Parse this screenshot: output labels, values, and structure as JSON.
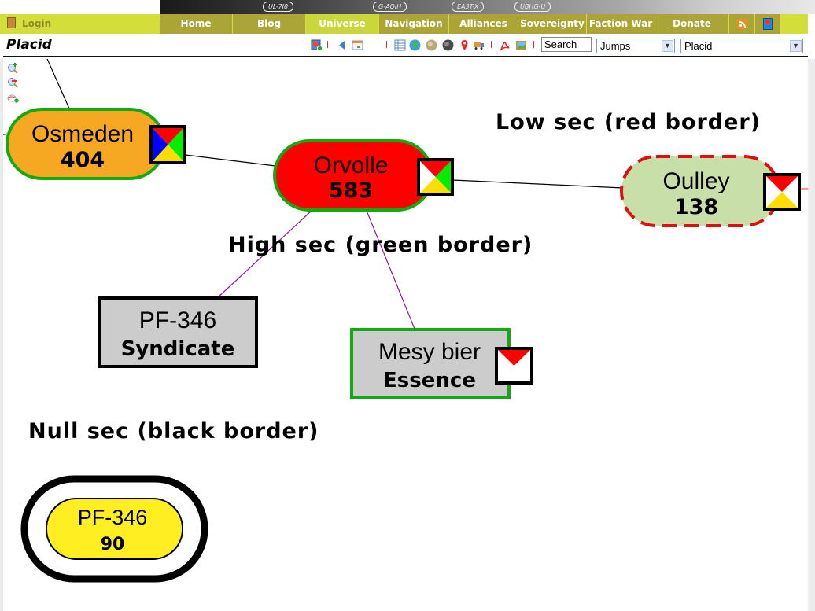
{
  "header": {
    "login_label": "Login",
    "banner_tags": [
      "UL-7I8",
      "G-AOIH",
      "EA3T-X",
      "UBHG-U"
    ],
    "nav_items": [
      {
        "label": "Home",
        "active": false
      },
      {
        "label": "Blog",
        "active": false
      },
      {
        "label": "Universe",
        "active": true
      },
      {
        "label": "Navigation",
        "active": false
      },
      {
        "label": "Alliances",
        "active": false
      },
      {
        "label": "Sovereignty",
        "active": false
      },
      {
        "label": "Faction War",
        "active": false
      },
      {
        "label": "Donate",
        "active": false
      }
    ],
    "nav_icons": [
      "rss-icon",
      "book-icon"
    ]
  },
  "toolbar": {
    "title": "Placid",
    "icons": [
      "add-map-icon",
      "back-arrow-icon",
      "calendar-icon",
      "table-icon",
      "globe-green-icon",
      "globe-gold-icon",
      "globe-dark-icon",
      "map-pin-icon",
      "truck-icon",
      "pdf-icon",
      "image-icon"
    ],
    "search_value": "Search",
    "mode_select": "Jumps",
    "region_select": "Placid"
  },
  "zoom_controls": [
    "zoom-in-icon",
    "zoom-out-icon",
    "reset-view-icon"
  ],
  "map": {
    "colors": {
      "highsec_border": "#11aa11",
      "lowsec_border": "#e01010",
      "nullsec_border": "#000000",
      "edge_normal": "#000000",
      "edge_region": "#8a1a9a",
      "edge_out": "#ff7070"
    },
    "systems": [
      {
        "name": "Osmeden",
        "value": "404",
        "fill": "#f7a823",
        "border": "highsec",
        "shape": "pill",
        "flags": [
          "red",
          "green",
          "yellow",
          "blue"
        ]
      },
      {
        "name": "Orvolle",
        "value": "583",
        "fill": "#ff0000",
        "border": "highsec",
        "shape": "pill",
        "flags": [
          "red",
          "green",
          "yellow",
          "white"
        ]
      },
      {
        "name": "Oulley",
        "value": "138",
        "fill": "#c9dfaa",
        "border": "lowsec",
        "shape": "pill",
        "flags": [
          "red",
          "white",
          "yellow",
          "white"
        ]
      },
      {
        "name": "PF-346",
        "value": "Syndicate",
        "fill": "#cccccc",
        "border": "nullsec",
        "shape": "box",
        "flags": []
      },
      {
        "name": "Mesy bier",
        "value": "Essence",
        "fill": "#cccccc",
        "border": "highsec",
        "shape": "box",
        "flags": [
          "red",
          "white",
          "white",
          "white"
        ]
      },
      {
        "name": "PF-346",
        "value": "90",
        "fill": "#ffee22",
        "border": "nullsec",
        "shape": "ring",
        "flags": []
      }
    ],
    "annotations": {
      "low_sec": "Low sec (red border)",
      "high_sec": "High sec (green border)",
      "null_sec": "Null sec (black border)"
    }
  }
}
